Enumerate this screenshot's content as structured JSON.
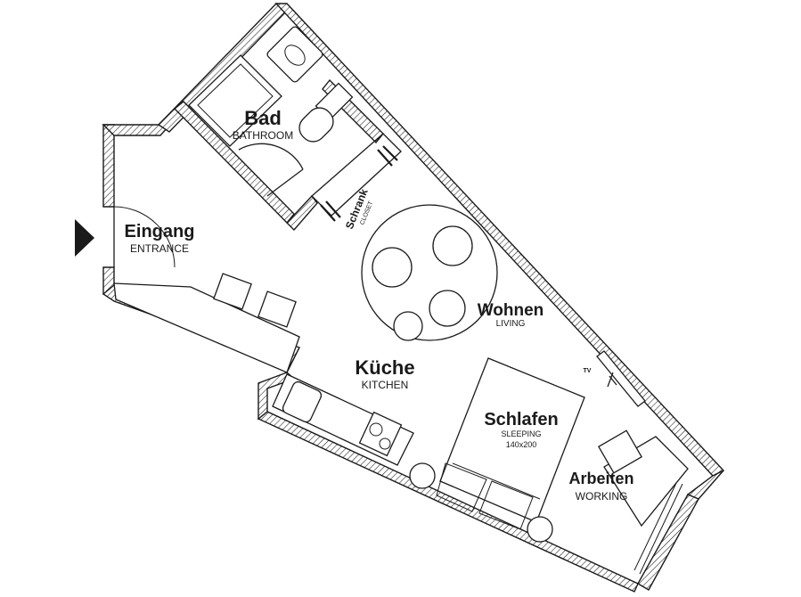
{
  "plan": {
    "rooms": {
      "bad": {
        "name": "Bad",
        "subtitle": "BATHROOM"
      },
      "eingang": {
        "name": "Eingang",
        "subtitle": "ENTRANCE"
      },
      "schrank": {
        "name": "Schrank",
        "subtitle": "CLOSET"
      },
      "wohnen": {
        "name": "Wohnen",
        "subtitle": "LIVING"
      },
      "kueche": {
        "name": "Küche",
        "subtitle": "KITCHEN"
      },
      "schlafen": {
        "name": "Schlafen",
        "subtitle": "SLEEPING",
        "bed_size": "140x200"
      },
      "arbeiten": {
        "name": "Arbeiten",
        "subtitle": "WORKING"
      }
    },
    "tv_label": "TV",
    "entrance_marker": "triangle-arrow-icon",
    "colors": {
      "ink": "#1a1a1a",
      "background": "#ffffff"
    }
  }
}
